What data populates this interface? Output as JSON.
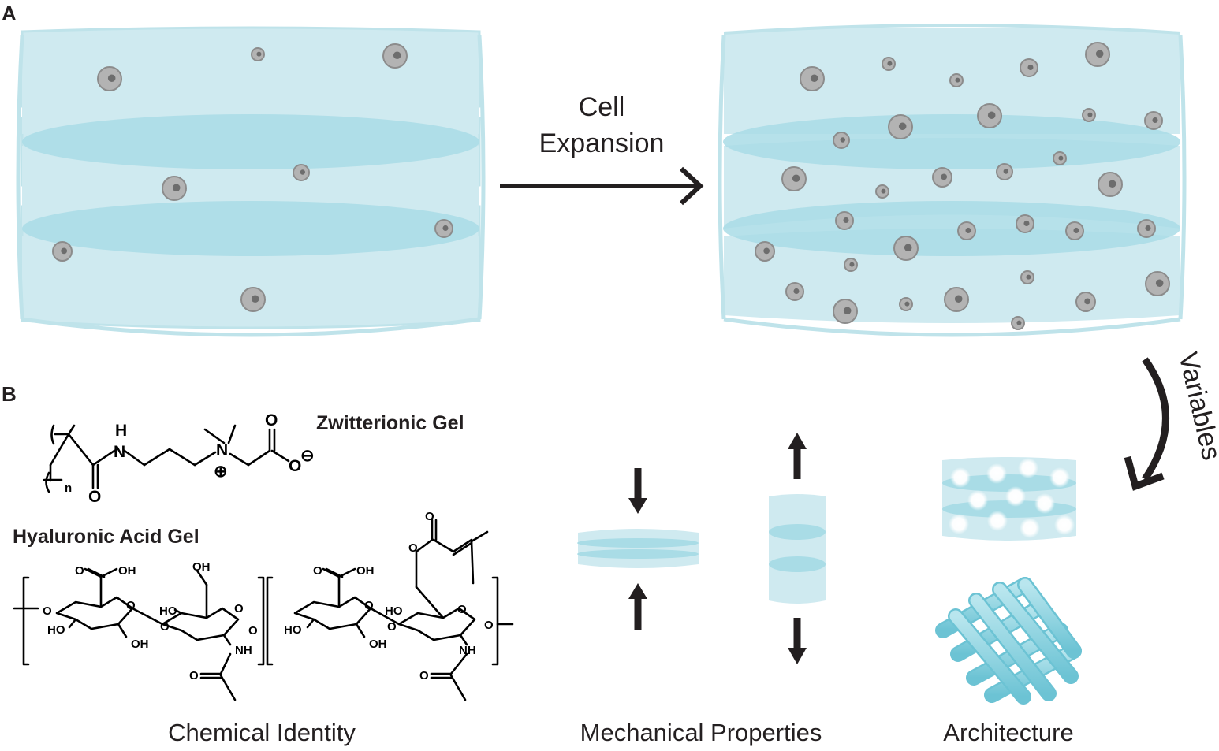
{
  "panels": {
    "a_letter": "A",
    "b_letter": "B"
  },
  "panel_a": {
    "arrow_label_line1": "Cell",
    "arrow_label_line2": "Expansion"
  },
  "variables_label": "Variables",
  "chemistry": {
    "zwitterionic_title": "Zwitterionic Gel",
    "hyaluronic_title": "Hyaluronic Acid Gel",
    "zw_atoms": {
      "H": "H",
      "N_amide": "N",
      "N_quat": "N",
      "plus": "⊕",
      "O_acid": "O",
      "O_minus": "O",
      "minus": "⊖",
      "O_carbonyl": "O",
      "n": "n"
    },
    "ha_atoms": {
      "OH": "OH",
      "O": "O",
      "HO": "HO",
      "NH": "NH"
    }
  },
  "categories": {
    "chemical": "Chemical Identity",
    "mechanical": "Mechanical Properties",
    "architecture": "Architecture"
  },
  "colors": {
    "gel_fill": "#cfeaf0",
    "gel_band": "#a9dce6",
    "gel_edge": "#bfe3ea",
    "cell": "#b3b3b3",
    "cell_edge": "#8c8c8c",
    "nucleus": "#6d6d6d",
    "arrow": "#231f20",
    "lattice": "#8fd3e0"
  }
}
